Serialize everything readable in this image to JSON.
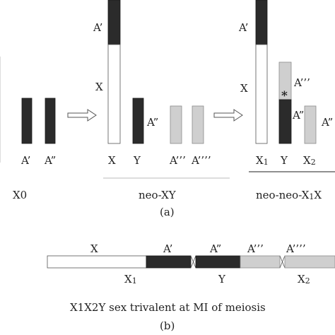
{
  "colors": {
    "black_segment": "#2b2b2b",
    "white_segment": "#ffffff",
    "gray_segment": "#cfcfcf"
  },
  "panel_a": {
    "group_x0": {
      "label": "X0",
      "chrom_labels": [
        "A’",
        "A”"
      ]
    },
    "group_neo_xy": {
      "label": "neo-XY",
      "inline_labels": [
        "A’",
        "X",
        "A”"
      ],
      "bottom_labels": [
        "X",
        "Y",
        "A’’’",
        "A’’’’"
      ]
    },
    "group_neo_neo": {
      "label": "neo-neo-X",
      "label_sub": "1",
      "label_tail": "X",
      "inline_labels": [
        "A’",
        "X",
        "A’’’",
        "A”",
        "A”"
      ],
      "star": "*",
      "bottom_labels": [
        {
          "main": "X",
          "sub": "1"
        },
        {
          "main": "Y",
          "sub": ""
        },
        {
          "main": "X",
          "sub": "2"
        }
      ]
    },
    "panel_caption": "(a)"
  },
  "panel_b": {
    "top_labels": [
      "X",
      "A’",
      "A”",
      "A’’’",
      "A’’’’"
    ],
    "bottom_labels": [
      {
        "main": "X",
        "sub": "1"
      },
      {
        "main": "Y",
        "sub": ""
      },
      {
        "main": "X",
        "sub": "2"
      }
    ],
    "caption": "X1X2Y sex trivalent at MI of meiosis",
    "panel_caption": "(b)"
  }
}
